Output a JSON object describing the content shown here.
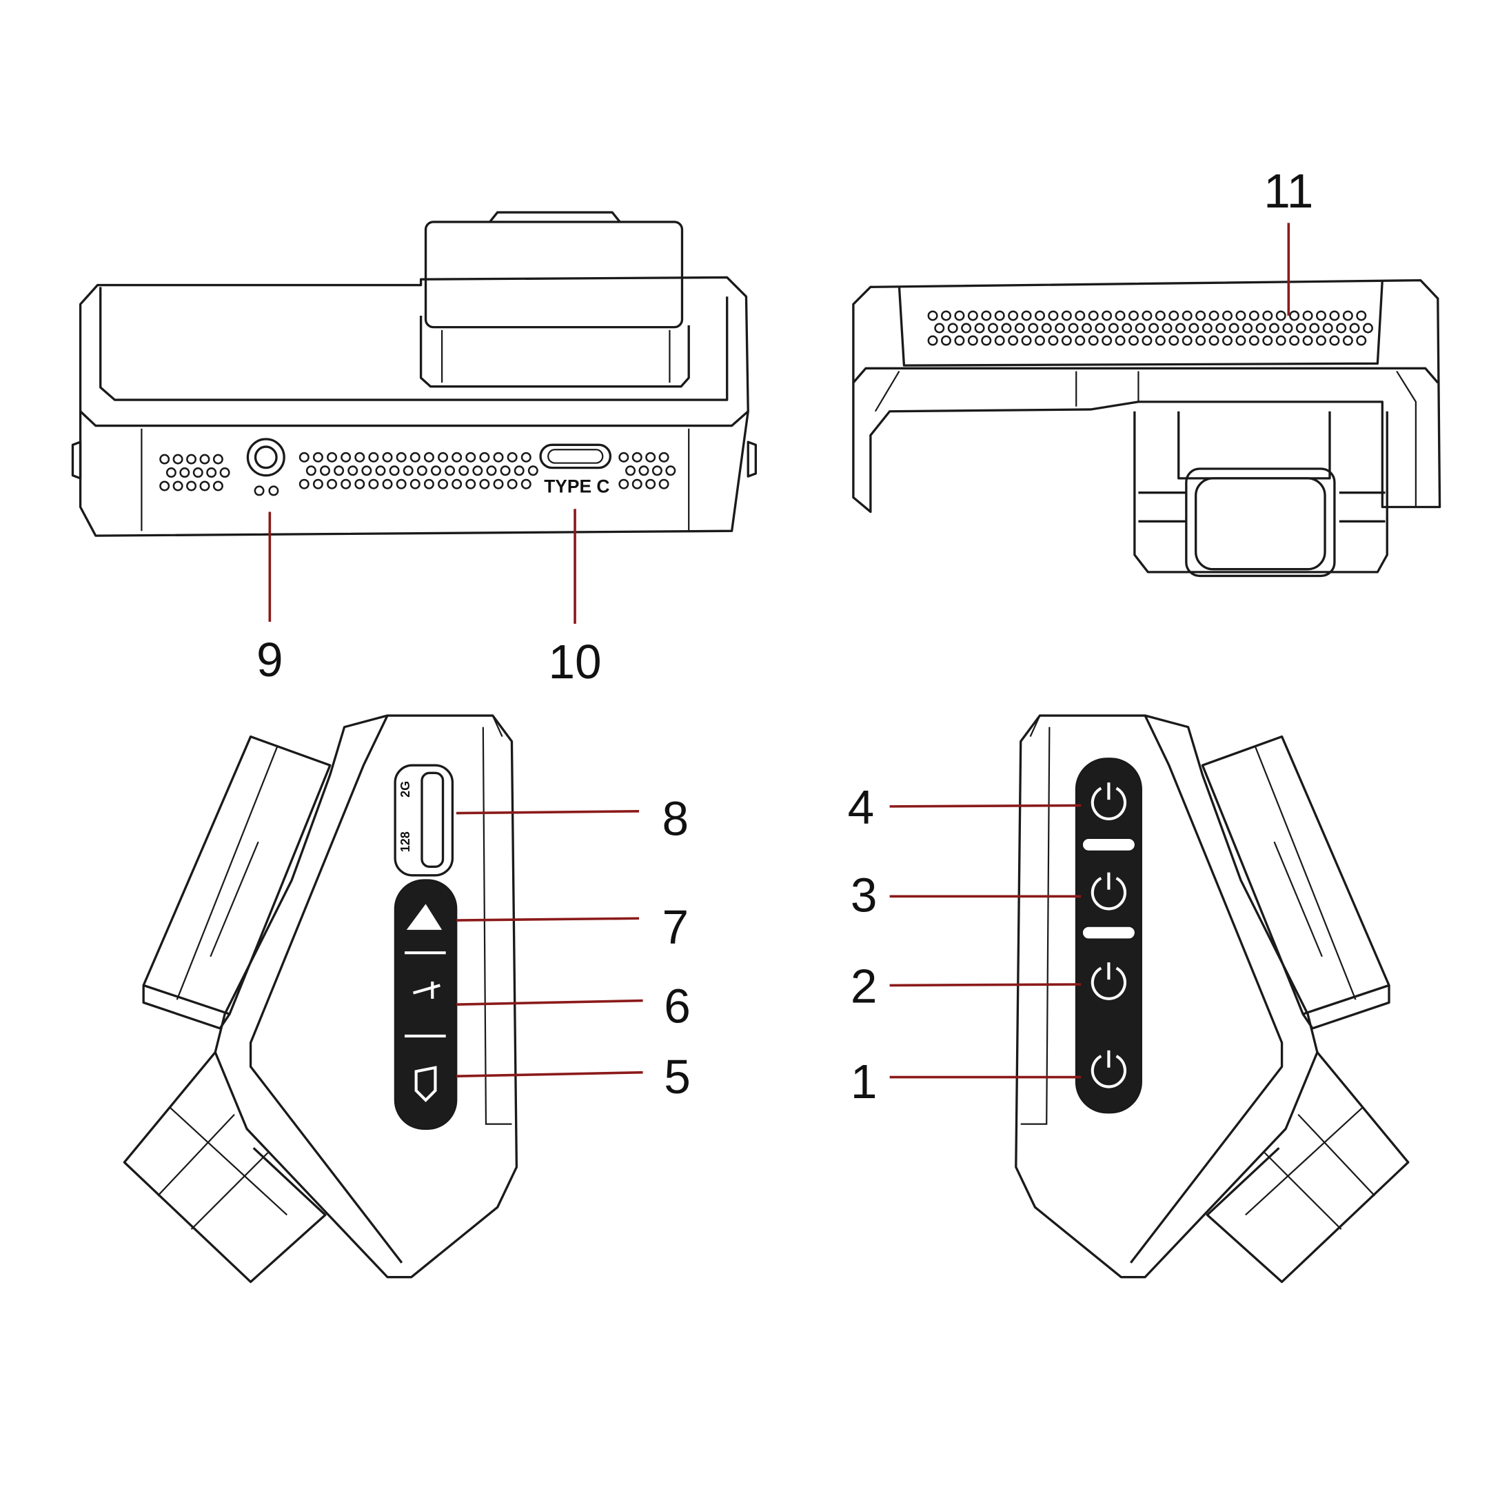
{
  "diagram": {
    "type": "dash camera parts diagram",
    "callouts": [
      {
        "number": "1",
        "part": "button-1"
      },
      {
        "number": "2",
        "part": "button-2"
      },
      {
        "number": "3",
        "part": "button-3"
      },
      {
        "number": "4",
        "part": "button-4"
      },
      {
        "number": "5",
        "part": "button-5"
      },
      {
        "number": "6",
        "part": "button-6"
      },
      {
        "number": "7",
        "part": "button-7"
      },
      {
        "number": "8",
        "part": "sd-card-slot"
      },
      {
        "number": "9",
        "part": "microphone-hole"
      },
      {
        "number": "10",
        "part": "type-c-port"
      },
      {
        "number": "11",
        "part": "speaker-grille"
      }
    ],
    "port_label": "TYPE C",
    "sd_slot_labels": [
      "128",
      "2G"
    ],
    "leader_color": "#8b1a1a"
  }
}
